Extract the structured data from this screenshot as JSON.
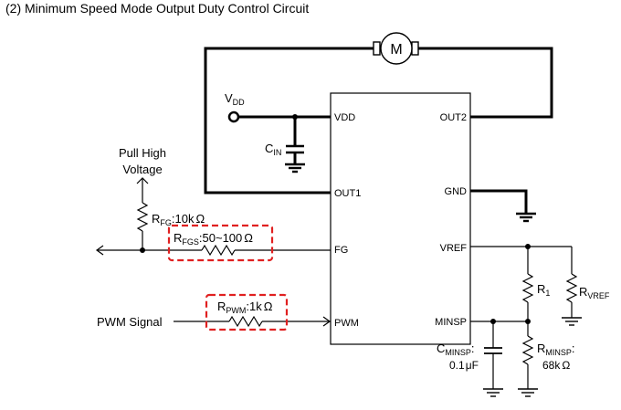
{
  "title": "(2) Minimum Speed Mode Output Duty Control Circuit",
  "ic": {
    "pins_left": {
      "vdd": "VDD",
      "out1": "OUT1",
      "fg": "FG",
      "pwm": "PWM"
    },
    "pins_right": {
      "out2": "OUT2",
      "gnd": "GND",
      "vref": "VREF",
      "minsp": "MINSP"
    }
  },
  "motor": {
    "label": "M"
  },
  "vdd": {
    "label_main": "V",
    "label_sub": "DD"
  },
  "cin": {
    "label_main": "C",
    "label_sub": "IN"
  },
  "pull_high": {
    "line1": "Pull High",
    "line2": "Voltage"
  },
  "rfg": {
    "label_main": "R",
    "label_sub": "FG",
    "value": ":10k",
    "unit": "Ω"
  },
  "rfgs": {
    "label_main": "R",
    "label_sub": "FGS",
    "value": ":50~100",
    "unit": "Ω"
  },
  "rpwm": {
    "label_main": "R",
    "label_sub": "PWM",
    "value": ":1k",
    "unit": "Ω"
  },
  "pwm_signal": {
    "label": "PWM Signal"
  },
  "r1": {
    "label_main": "R",
    "label_sub": "1"
  },
  "rvref": {
    "label_main": "R",
    "label_sub": "VREF"
  },
  "cminsp": {
    "label_main": "C",
    "label_sub": "MINSP",
    "colon": ":",
    "value": "0.1",
    "unit": "μF"
  },
  "rminsp": {
    "label_main": "R",
    "label_sub": "MINSP",
    "colon": ":",
    "value": "68k",
    "unit": "Ω"
  },
  "colors": {
    "wire": "#000000",
    "highlight": "#e02020",
    "background": "#ffffff"
  }
}
